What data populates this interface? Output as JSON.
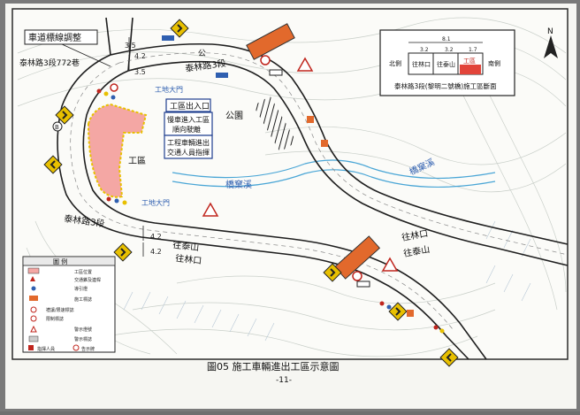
{
  "labels": {
    "lane_adjust": "車道標線調整",
    "alley": "泰林路3段772巷",
    "road_top": "泰林路3段",
    "road_left": "泰林路3段",
    "park": "公園",
    "park_short": "公",
    "site_gate_top": "工地大門",
    "site_gate_bottom": "工地大門",
    "site_area": "工區",
    "stream_top": "橋窠溪",
    "stream_mid": "橋窠溪",
    "to_taishan_1": "往泰山",
    "to_taishan_2": "往泰山",
    "to_linkou_1": "往林口",
    "to_linkou_2": "往林口",
    "width_35a": "3.5",
    "width_42a": "4.2",
    "width_35b": "3.5",
    "width_42b": "4.2",
    "width_42c": "4.2",
    "marker_b": "B"
  },
  "callout": {
    "title": "工區出入口",
    "line1": "慢車進入工區",
    "line2": "順向駛離",
    "line3": "工程車輛進出",
    "line4": "交通人員指揮"
  },
  "cross_section": {
    "total": "8.1",
    "w1": "3.2",
    "w2": "3.2",
    "w3": "1.7",
    "lane1": "往林口",
    "lane2": "往泰山",
    "work": "工區",
    "north": "北側",
    "south": "南側",
    "caption": "泰林路3段(黎明二號橋)施工區斷面"
  },
  "north": "N",
  "legend": {
    "title": "圖 例",
    "items": [
      "工區位置",
      "交通錐及連桿",
      "導引燈",
      "施工標誌",
      "禮讓/限速標誌",
      "限制標誌",
      "警示燈號",
      "警示標誌",
      "指揮人員",
      "告示牌"
    ]
  },
  "figure_caption": "圖05 施工車輛進出工區示意圖",
  "page_number": "-11-",
  "colors": {
    "work_zone": "#f4a7a4",
    "road_edge": "#1f1f1f",
    "bar": "#e2692c",
    "stream": "#3aa0d0",
    "callout_border": "#1f3e8f",
    "paper": "#fafaf6"
  }
}
